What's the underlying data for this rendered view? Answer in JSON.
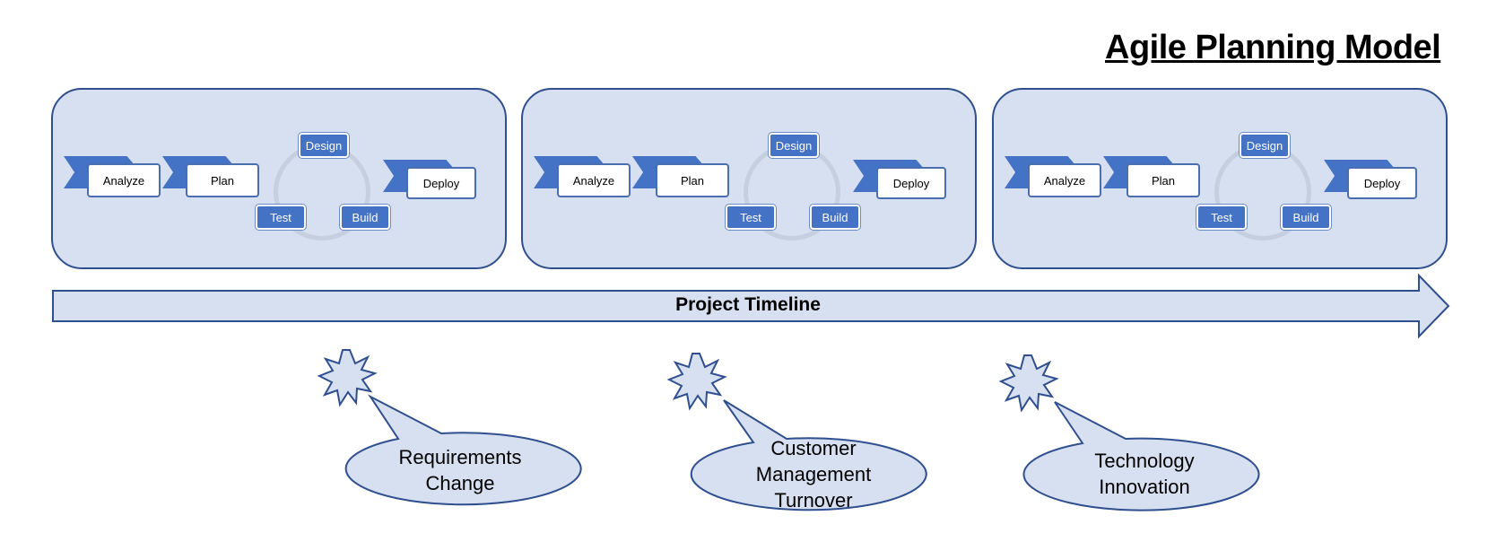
{
  "title": "Agile Planning Model",
  "cycle": {
    "analyze": "Analyze",
    "plan": "Plan",
    "design": "Design",
    "test": "Test",
    "build": "Build",
    "deploy": "Deploy"
  },
  "timeline_label": "Project Timeline",
  "events": [
    {
      "text": "Requirements\nChange"
    },
    {
      "text": "Customer\nManagement\nTurnover"
    },
    {
      "text": "Technology\nInnovation"
    }
  ],
  "colors": {
    "panel_fill": "#d6e0f1",
    "panel_border": "#2f4f8f",
    "accent": "#4472c4"
  }
}
